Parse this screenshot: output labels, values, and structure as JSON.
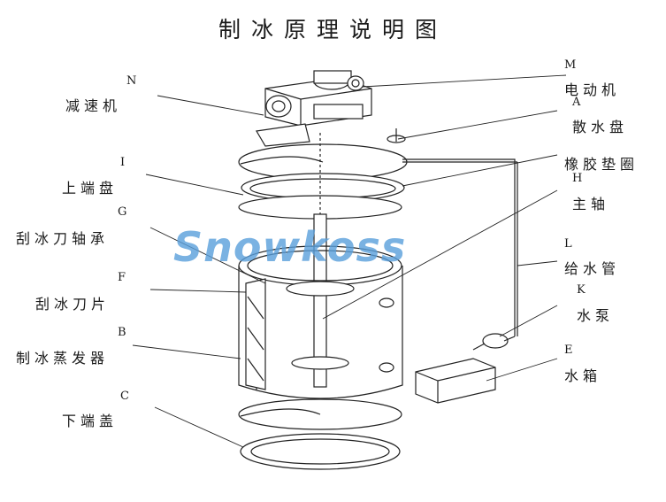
{
  "title": "制冰原理说明图",
  "watermark": "Snowkoss",
  "colors": {
    "line": "#222222",
    "watermark": "#5aa0dc",
    "background": "#ffffff"
  },
  "labels": {
    "N": {
      "code": "N",
      "name": "减速机"
    },
    "I": {
      "code": "I",
      "name": "上端盘"
    },
    "G": {
      "code": "G",
      "name": "刮冰刀轴承"
    },
    "F": {
      "code": "F",
      "name": "刮冰刀片"
    },
    "B": {
      "code": "B",
      "name": "制冰蒸发器"
    },
    "C": {
      "code": "C",
      "name": "下端盖"
    },
    "M": {
      "code": "M",
      "name": "电动机"
    },
    "A": {
      "code": "A",
      "name": "散水盘"
    },
    "rubber": {
      "code": "",
      "name": "橡胶垫圈"
    },
    "H": {
      "code": "H",
      "name": "主轴"
    },
    "L": {
      "code": "L",
      "name": "给水管"
    },
    "K": {
      "code": "K",
      "name": "水泵"
    },
    "E": {
      "code": "E",
      "name": "水箱"
    }
  }
}
